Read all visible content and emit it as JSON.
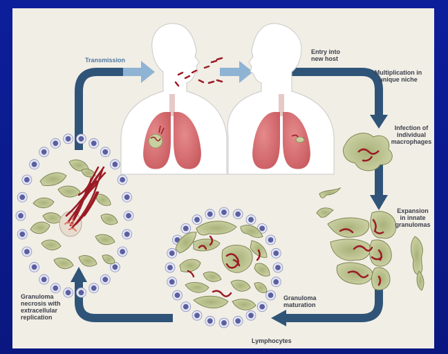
{
  "labels": {
    "transmission": "Transmission",
    "entry": "Entry into\nnew host",
    "multiplication": "Multiplication in\nunique niche",
    "infection": "Infection of\nindividual\nmacrophages",
    "expansion": "Expansion\nin innate\ngranulomas",
    "maturation": "Granuloma\nmaturation",
    "lymphocytes": "Lymphocytes",
    "necrosis": "Granuloma\nnecrosis with\nextracellular\nreplication"
  },
  "colors": {
    "frame": "#0a1a8c",
    "panel": "#f1eee6",
    "cycle_arrow": "#2f5478",
    "transmission_arrow": "#8fb3d3",
    "cell_fill": "#c9cf9e",
    "bacteria": "#9b1b25",
    "lung": "#d9777a",
    "lymphocyte_nucleus": "#5b5fa0"
  }
}
